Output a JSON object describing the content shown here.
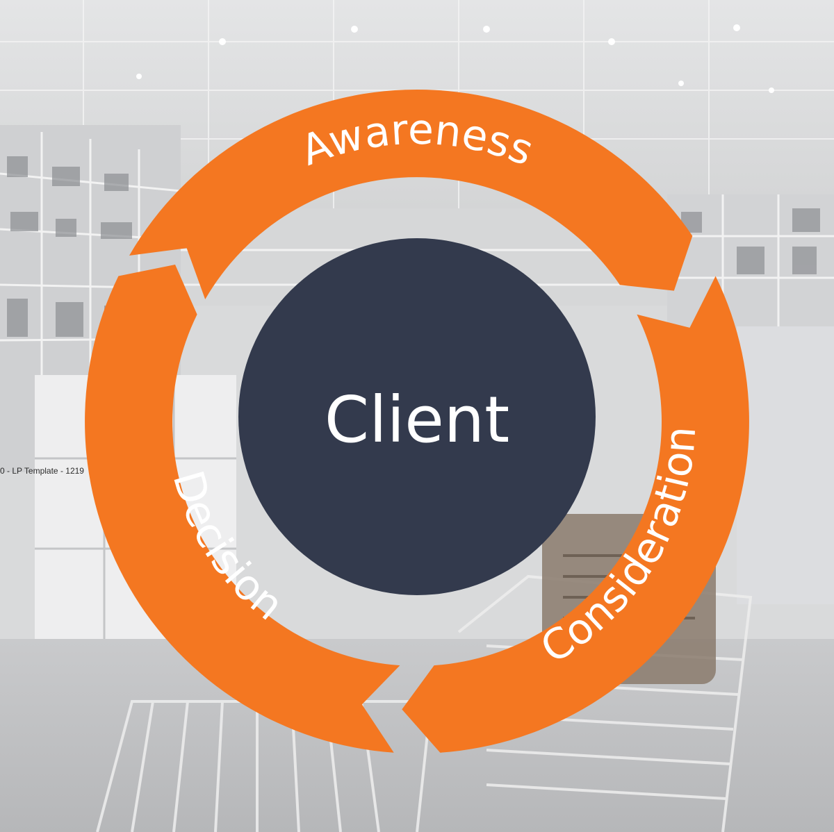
{
  "diagram": {
    "center_label": "Client",
    "stages": [
      {
        "name": "Awareness"
      },
      {
        "name": "Consideration"
      },
      {
        "name": "Decision"
      }
    ]
  },
  "background": {
    "caption": "0 - LP Template - 1219"
  },
  "colors": {
    "ring": "#f47721",
    "center": "#333a4d",
    "label": "#ffffff"
  }
}
